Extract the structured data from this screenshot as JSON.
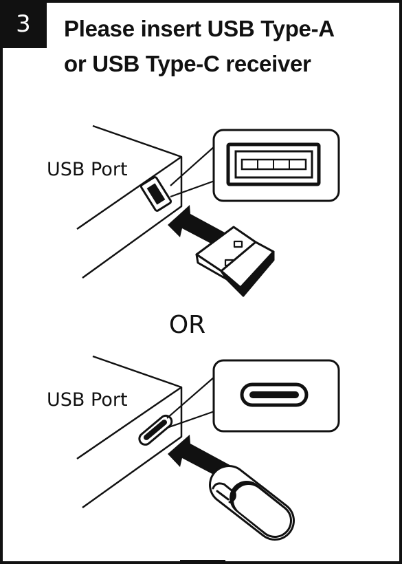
{
  "step": {
    "number": "3"
  },
  "title": {
    "line1": "Please insert USB Type-A",
    "line2": "or USB Type-C receiver"
  },
  "sections": [
    {
      "port_label": "USB Port",
      "connector": "usb-type-a"
    },
    {
      "port_label": "USB Port",
      "connector": "usb-type-c"
    }
  ],
  "separator": "OR",
  "colors": {
    "ink": "#111111",
    "paper": "#ffffff"
  }
}
